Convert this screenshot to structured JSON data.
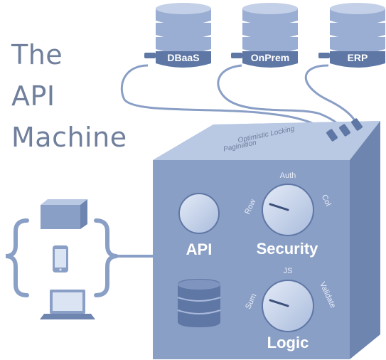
{
  "title_lines": [
    "The",
    "API",
    "Machine"
  ],
  "databases": [
    {
      "label": "DBaaS"
    },
    {
      "label": "OnPrem"
    },
    {
      "label": "ERP"
    }
  ],
  "cube_top_text": [
    "Optimistic Locking",
    "Pagination"
  ],
  "api_label": "API",
  "security": {
    "title": "Security",
    "top": "Auth",
    "left": "Row",
    "right": "Col"
  },
  "logic": {
    "title": "Logic",
    "top": "JS",
    "left": "Sum",
    "right": "Validate"
  },
  "clients": [
    {
      "name": "server"
    },
    {
      "name": "phone"
    },
    {
      "name": "laptop"
    }
  ],
  "colors": {
    "cube_front": "#8a9fc6",
    "cube_side": "#6e85b0",
    "cube_top": "#b9c8e3",
    "db_body": "#9aaed3",
    "db_dark": "#5f77a5",
    "title": "#6f7f9c",
    "connector": "#8a9fc6"
  }
}
